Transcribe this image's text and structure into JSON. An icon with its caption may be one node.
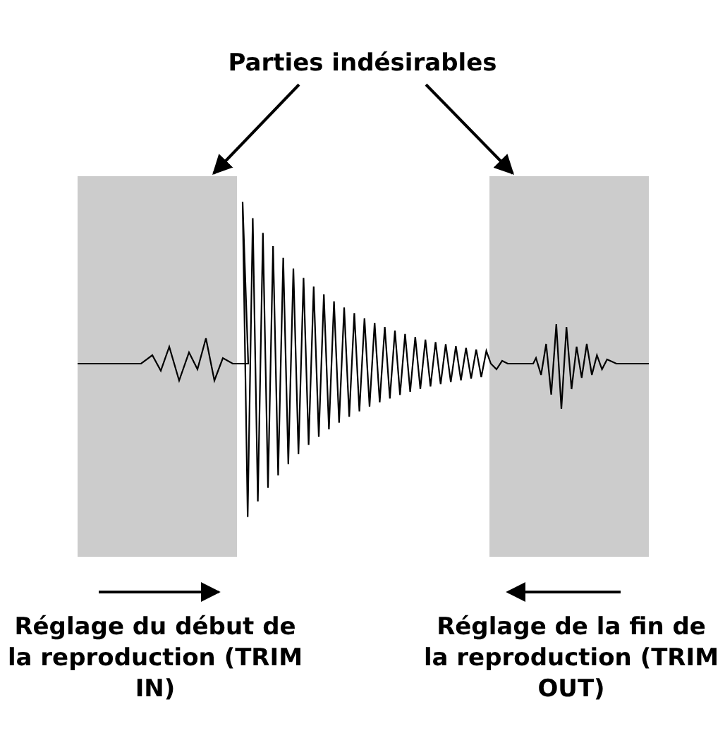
{
  "diagram": {
    "nodes": [
      {
        "text": [
          "Parties indésirables"
        ]
      },
      {
        "text": [],
        "shape": "box",
        "beside": [
          "Réglage du début de la reproduction (TRIM IN)"
        ]
      },
      {
        "text": [],
        "shape": "box",
        "beside": [
          "Réglage de la fin de la reproduction (TRIM OUT)"
        ]
      }
    ],
    "edges": [
      {
        "from": 0,
        "to": 1,
        "arrow": "to"
      },
      {
        "from": 0,
        "to": 2,
        "arrow": "to"
      }
    ]
  }
}
